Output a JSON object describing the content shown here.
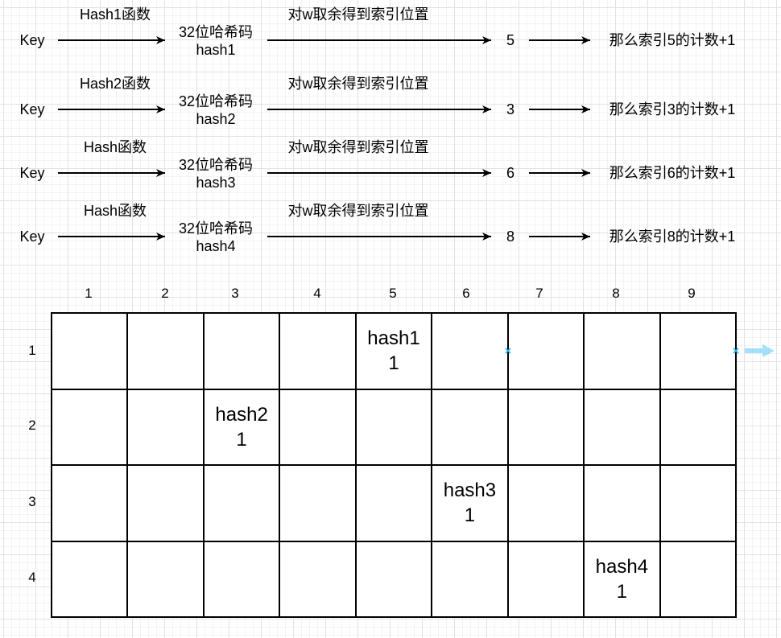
{
  "colors": {
    "hover_accent": "#29b6f2"
  },
  "icons": {
    "connection_point": "connection-point-x-icon",
    "hover_arrow": "hover-arrow-icon",
    "flow_arrow": "arrow-right-icon"
  },
  "flows": [
    {
      "key_label": "Key",
      "hash_function": "Hash1函数",
      "code_title": "32位哈希码",
      "code_name": "hash1",
      "modulo_step": "对w取余得到索引位置",
      "index": "5",
      "result": "那么索引5的计数+1"
    },
    {
      "key_label": "Key",
      "hash_function": "Hash2函数",
      "code_title": "32位哈希码",
      "code_name": "hash2",
      "modulo_step": "对w取余得到索引位置",
      "index": "3",
      "result": "那么索引3的计数+1"
    },
    {
      "key_label": "Key",
      "hash_function": "Hash函数",
      "code_title": "32位哈希码",
      "code_name": "hash3",
      "modulo_step": "对w取余得到索引位置",
      "index": "6",
      "result": "那么索引6的计数+1"
    },
    {
      "key_label": "Key",
      "hash_function": "Hash函数",
      "code_title": "32位哈希码",
      "code_name": "hash4",
      "modulo_step": "对w取余得到索引位置",
      "index": "8",
      "result": "那么索引8的计数+1"
    }
  ],
  "table": {
    "column_headers": [
      "1",
      "2",
      "3",
      "4",
      "5",
      "6",
      "7",
      "8",
      "9"
    ],
    "row_headers": [
      "1",
      "2",
      "3",
      "4"
    ],
    "grid": [
      [
        null,
        null,
        null,
        null,
        {
          "hash": "hash1",
          "count": "1"
        },
        null,
        null,
        null,
        null
      ],
      [
        null,
        null,
        {
          "hash": "hash2",
          "count": "1"
        },
        null,
        null,
        null,
        null,
        null,
        null
      ],
      [
        null,
        null,
        null,
        null,
        null,
        {
          "hash": "hash3",
          "count": "1"
        },
        null,
        null,
        null
      ],
      [
        null,
        null,
        null,
        null,
        null,
        null,
        null,
        {
          "hash": "hash4",
          "count": "1"
        },
        null
      ]
    ]
  }
}
